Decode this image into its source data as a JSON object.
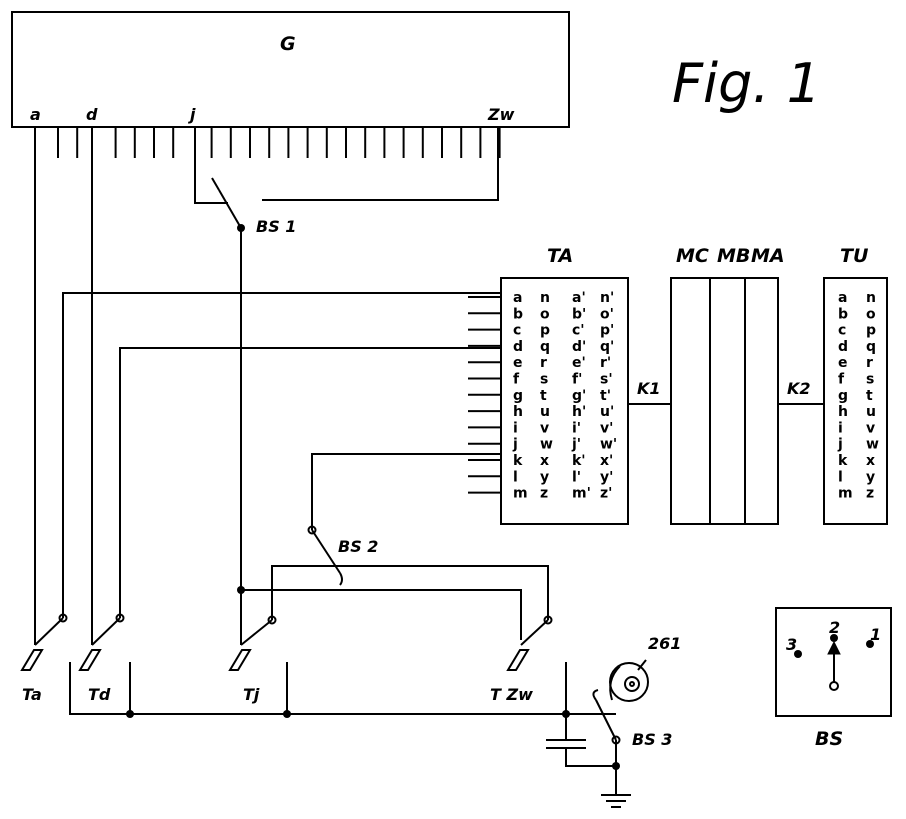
{
  "figure_title": "Fig. 1",
  "labels": {
    "generator": "G",
    "a": "a",
    "d": "d",
    "j": "j",
    "zw": "Zw",
    "bs1": "BS 1",
    "bs2": "BS 2",
    "bs3": "BS 3",
    "ta": "TA",
    "mc": "MC",
    "mb": "MB",
    "ma": "MA",
    "tu": "TU",
    "k1": "K1",
    "k2": "K2",
    "key_ta": "Ta",
    "key_td": "Td",
    "key_tj": "Tj",
    "key_tzw": "T Zw",
    "ref_261": "261",
    "bs_legend": "BS",
    "bs_pos_1": "1",
    "bs_pos_2": "2",
    "bs_pos_3": "3"
  },
  "ta_table": {
    "col1": [
      "a",
      "b",
      "c",
      "d",
      "e",
      "f",
      "g",
      "h",
      "i",
      "j",
      "k",
      "l",
      "m"
    ],
    "col2": [
      "n",
      "o",
      "p",
      "q",
      "r",
      "s",
      "t",
      "u",
      "v",
      "w",
      "x",
      "y",
      "z"
    ],
    "col3": [
      "a'",
      "b'",
      "c'",
      "d'",
      "e'",
      "f'",
      "g'",
      "h'",
      "i'",
      "j'",
      "k'",
      "l'",
      "m'"
    ],
    "col4": [
      "n'",
      "o'",
      "p'",
      "q'",
      "r'",
      "s'",
      "t'",
      "u'",
      "v'",
      "w'",
      "x'",
      "y'",
      "z'"
    ]
  },
  "tu_table": {
    "col1": [
      "a",
      "b",
      "c",
      "d",
      "e",
      "f",
      "g",
      "h",
      "i",
      "j",
      "k",
      "l",
      "m"
    ],
    "col2": [
      "n",
      "o",
      "p",
      "q",
      "r",
      "s",
      "t",
      "u",
      "v",
      "w",
      "x",
      "y",
      "z"
    ]
  }
}
